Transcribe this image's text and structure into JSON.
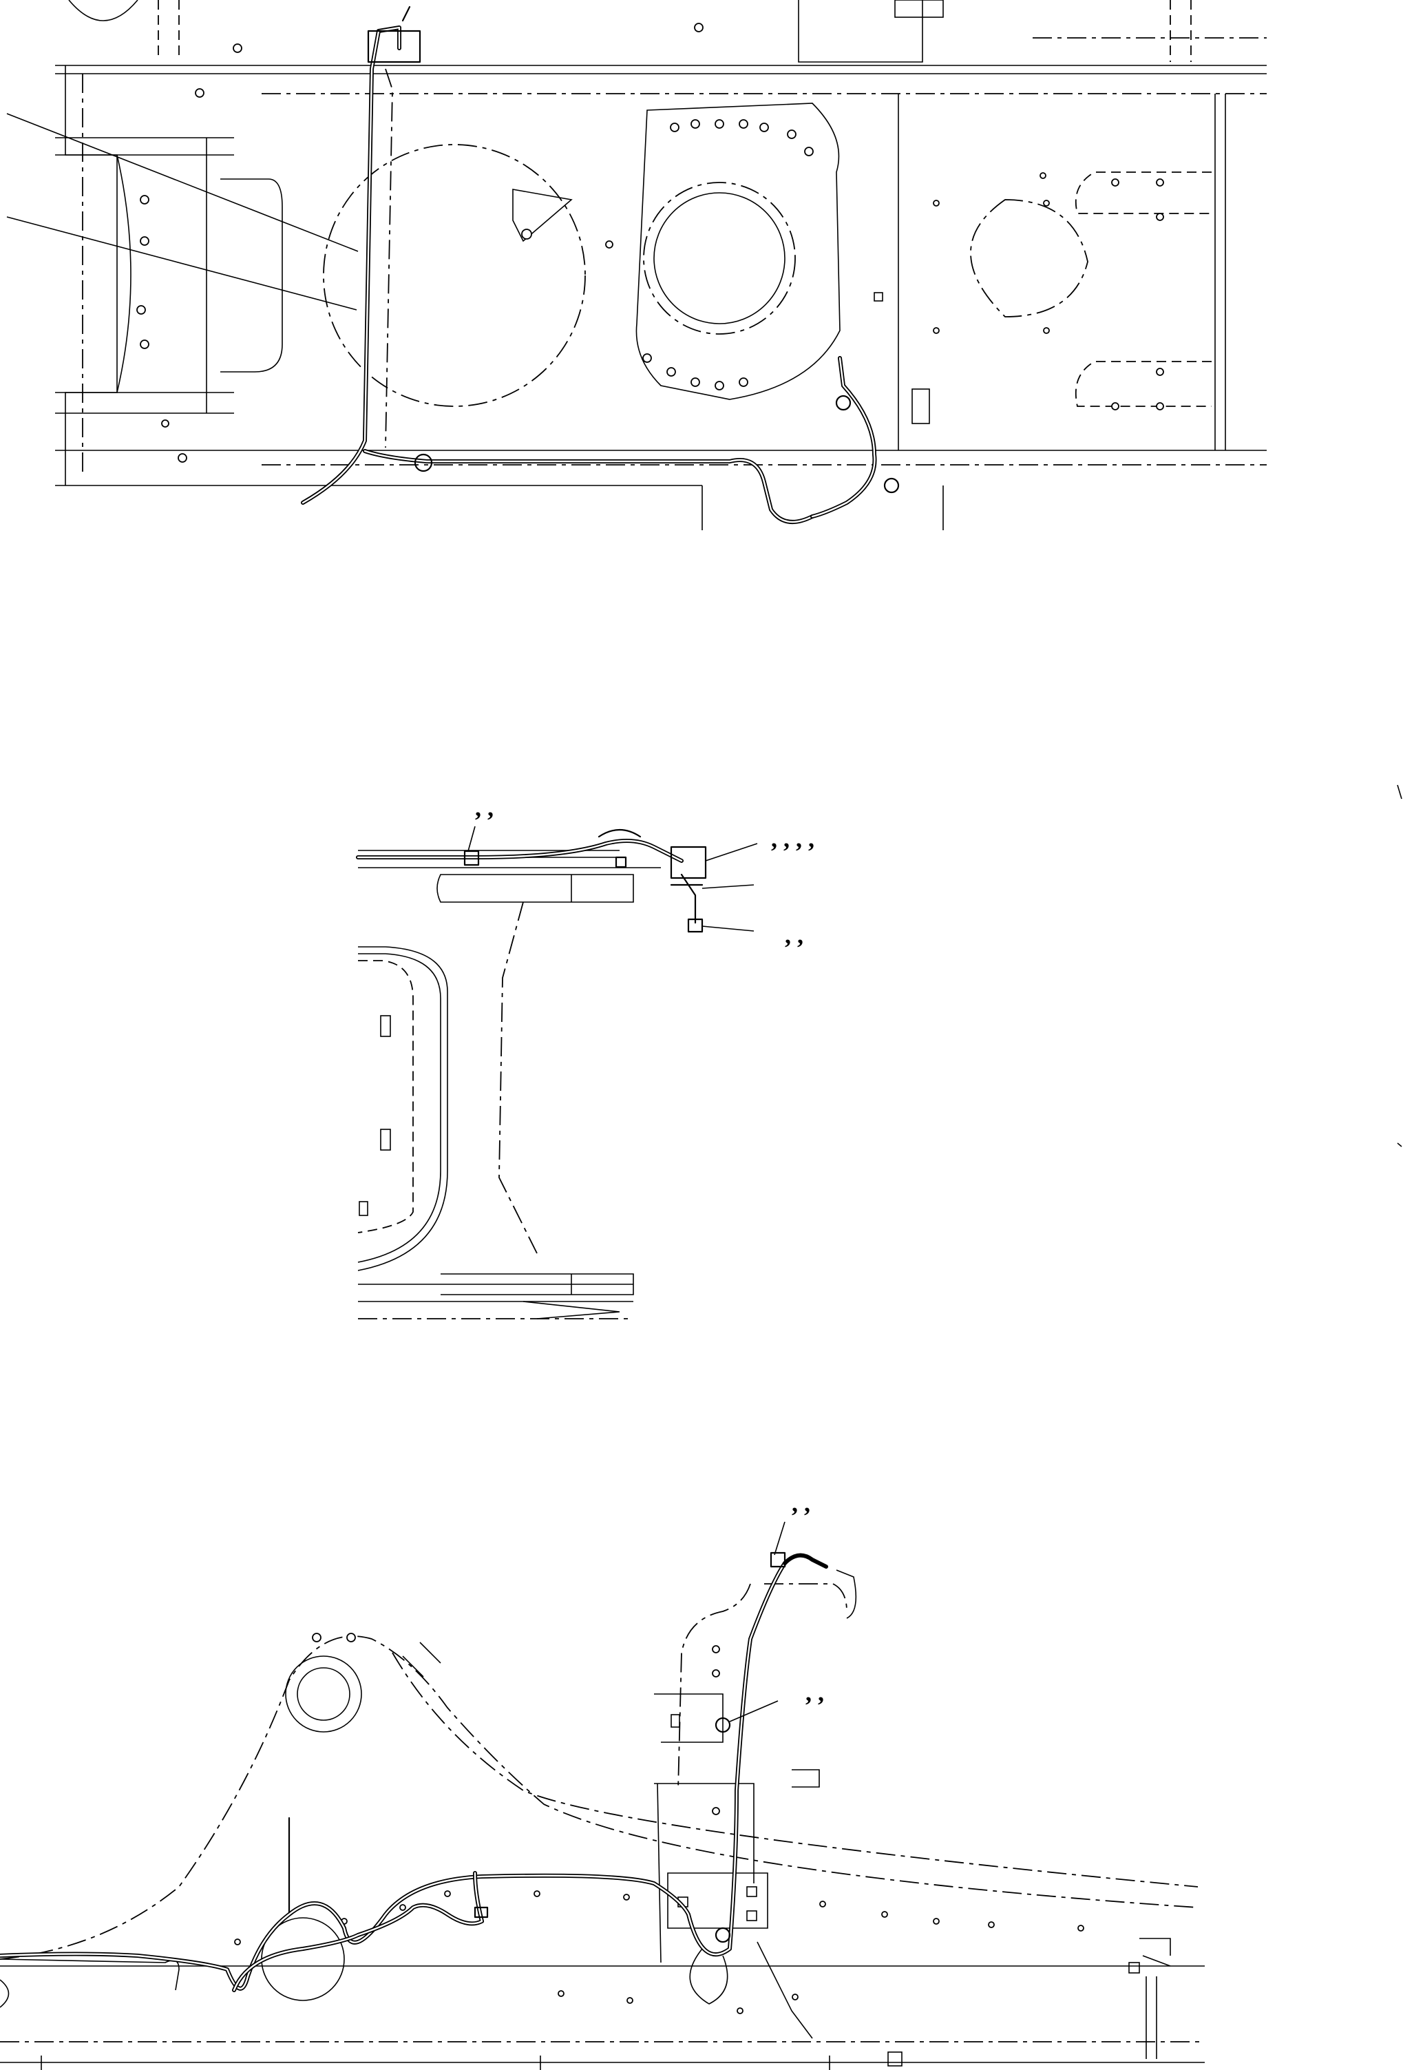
{
  "views": [
    {
      "id": "top-view",
      "callout_texts": []
    },
    {
      "id": "side-view",
      "callout_texts": [
        ", ,",
        ", , , ,",
        ", ,"
      ]
    },
    {
      "id": "lower-view",
      "callout_texts": [
        ", ,",
        ", ,"
      ]
    }
  ]
}
